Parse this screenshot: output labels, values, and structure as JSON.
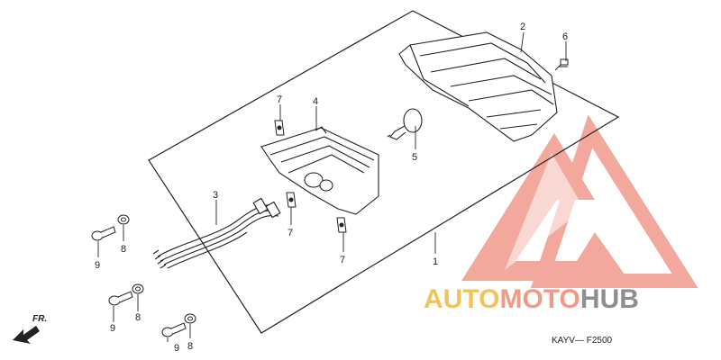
{
  "diagram": {
    "callouts": {
      "c1": "1",
      "c2": "2",
      "c3": "3",
      "c4": "4",
      "c5": "5",
      "c6": "6",
      "c7a": "7",
      "c7b": "7",
      "c7c": "7",
      "c8a": "8",
      "c8b": "8",
      "c8c": "8",
      "c9a": "9",
      "c9b": "9",
      "c9c": "9"
    },
    "direction_label": "FR.",
    "part_code": "KAYV— F2500"
  },
  "watermark": {
    "word1": "AUTO",
    "word2": "MOTO",
    "word3": "HUB",
    "colors": {
      "auto": "#f2c35a",
      "moto": "#f19a86",
      "hub": "#8e8e8e",
      "logo": "#f29a8c"
    }
  }
}
